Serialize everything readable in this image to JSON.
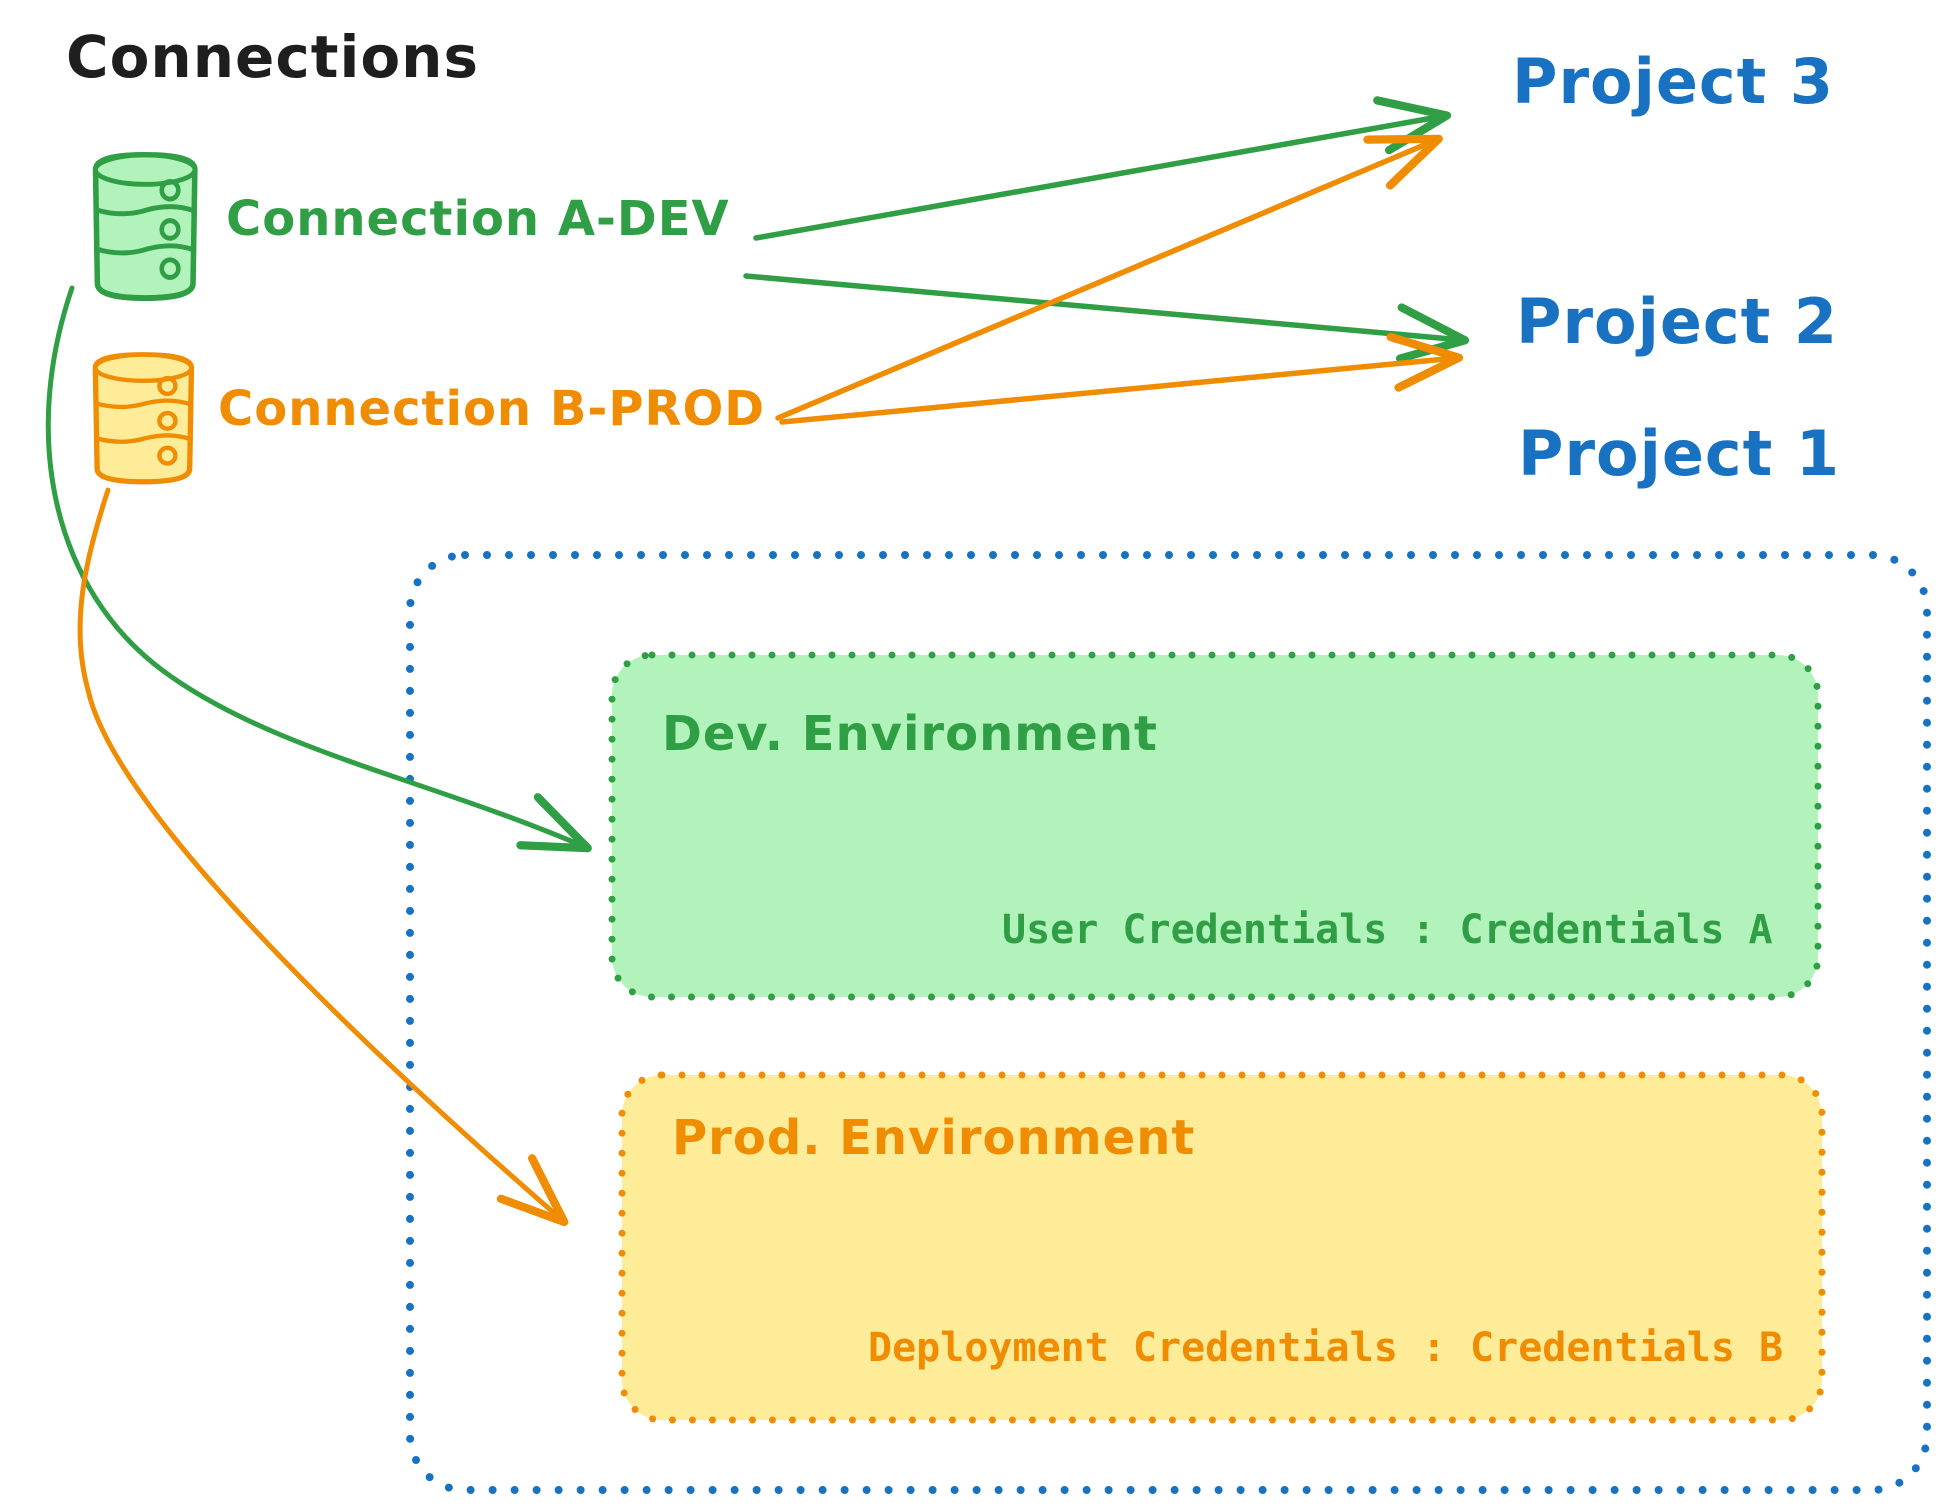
{
  "title": "Connections",
  "colors": {
    "ink": "#1e1e1e",
    "green_stroke": "#2f9e44",
    "green_fill": "#b2f2bb",
    "orange_stroke": "#f08c00",
    "orange_fill": "#ffec99",
    "blue": "#1971c2"
  },
  "connections": [
    {
      "label": "Connection A-DEV",
      "color": "#2f9e44",
      "icon": "database-cylinder-icon"
    },
    {
      "label": "Connection B-PROD",
      "color": "#f08c00",
      "icon": "database-cylinder-icon"
    }
  ],
  "projects": [
    {
      "label": "Project 3"
    },
    {
      "label": "Project 2"
    },
    {
      "label": "Project 1"
    }
  ],
  "project1": {
    "dev_env": {
      "title": "Dev. Environment",
      "credentials": "User Credentials : Credentials A"
    },
    "prod_env": {
      "title": "Prod. Environment",
      "credentials": "Deployment Credentials : Credentials B"
    }
  },
  "arrows": [
    {
      "from": "Connection A-DEV",
      "to": "Project 3",
      "color": "#2f9e44"
    },
    {
      "from": "Connection A-DEV",
      "to": "Project 2",
      "color": "#2f9e44"
    },
    {
      "from": "Connection B-PROD",
      "to": "Project 3",
      "color": "#f08c00"
    },
    {
      "from": "Connection B-PROD",
      "to": "Project 2",
      "color": "#f08c00"
    },
    {
      "from": "Connection A-DEV",
      "to": "Dev. Environment",
      "color": "#2f9e44"
    },
    {
      "from": "Connection B-PROD",
      "to": "Prod. Environment",
      "color": "#f08c00"
    }
  ]
}
